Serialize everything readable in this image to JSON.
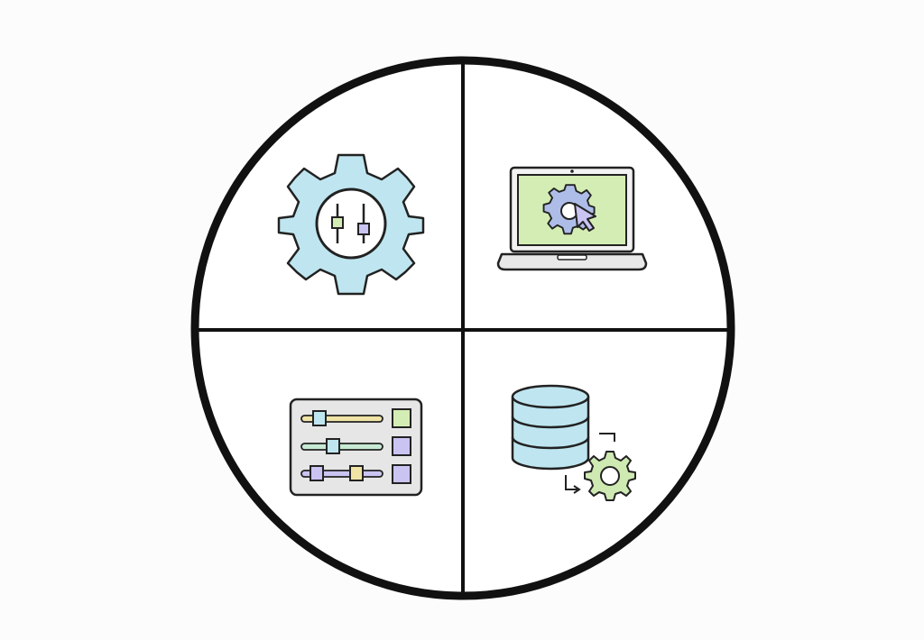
{
  "diagram": {
    "layout": "circle-quadrants",
    "quadrants": [
      {
        "position": "top-left",
        "icon": "gear-with-sliders-icon"
      },
      {
        "position": "top-right",
        "icon": "laptop-settings-icon"
      },
      {
        "position": "bottom-left",
        "icon": "slider-panel-icon"
      },
      {
        "position": "bottom-right",
        "icon": "database-gear-icon"
      }
    ]
  },
  "colors": {
    "background": "#fcfcfc",
    "outline": "#111111",
    "light_blue": "#bfe6f0",
    "light_green": "#d4edb4",
    "lavender": "#c9c4f2",
    "pale_yellow": "#efe3a6",
    "pale_gray": "#e6e6e6",
    "mint": "#c6ead4",
    "gear_green": "#cfe9b2",
    "white": "#ffffff"
  }
}
